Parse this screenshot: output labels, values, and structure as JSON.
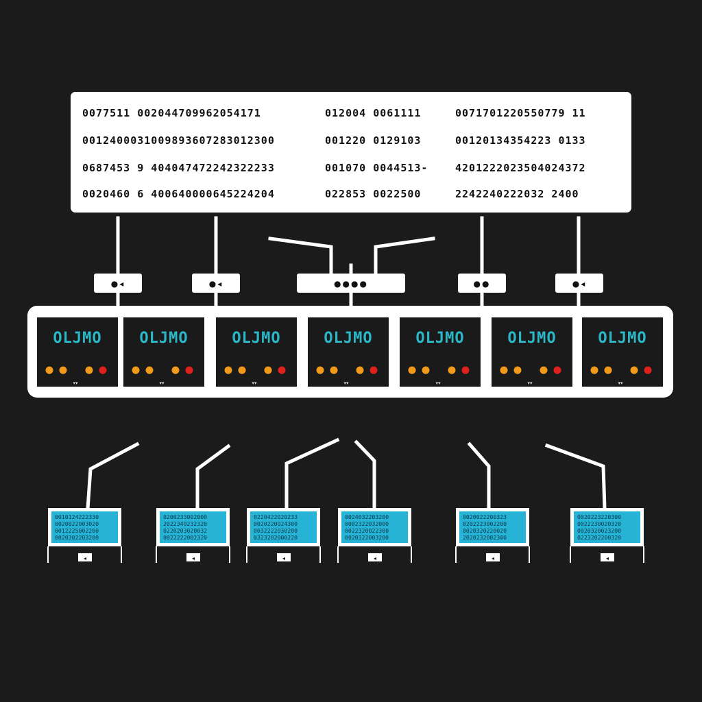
{
  "colors": {
    "background": "#1b1b1b",
    "panel": "#ffffff",
    "lcd_text": "#2bb8c8",
    "led_orange": "#f29a1b",
    "led_red": "#e0201b",
    "screen": "#27b3d6",
    "line": "#ffffff"
  },
  "data_table": {
    "rows": [
      [
        "0077511 002044709962054171",
        "012004 0061111",
        "0071701220550779 11"
      ],
      [
        "0012400031009893607283012300",
        "001220 0129103",
        "00120134354223 0133"
      ],
      [
        "0687453 9 404047472242322233",
        "001070 0044513-",
        "4201222023504024372"
      ],
      [
        "0020460 6 400640000645224204",
        "022853 0022500",
        "2242240222032 2400"
      ]
    ]
  },
  "connectors": [
    {
      "label": "●◂",
      "icon": "connector-plug-icon"
    },
    {
      "label": "●◂",
      "icon": "connector-plug-icon"
    },
    {
      "label": "●●●●",
      "icon": "hub-ports-icon"
    },
    {
      "label": "●●",
      "icon": "connector-plug-icon"
    },
    {
      "label": "●◂",
      "icon": "connector-plug-icon"
    }
  ],
  "rack": {
    "units": [
      {
        "display": "OLJMO",
        "mark": "▾▾"
      },
      {
        "display": "OLJMO",
        "mark": "▾▾"
      },
      {
        "display": "OLJMO",
        "mark": "▾▾"
      },
      {
        "display": "OLJMO",
        "mark": "▾▾"
      },
      {
        "display": "OLJMO",
        "mark": "▾▾"
      },
      {
        "display": "OLJMO",
        "mark": "▾▾"
      },
      {
        "display": "OLJMO",
        "mark": "▾▾"
      }
    ]
  },
  "terminals": [
    {
      "screen_lines": [
        "0010124222330",
        "0020022003020",
        "0012225002200",
        "0020302203200"
      ],
      "port": "◂"
    },
    {
      "screen_lines": [
        "0200233002000",
        "2022340232320",
        "0220203020032",
        "0022222002320"
      ],
      "port": "◂"
    },
    {
      "screen_lines": [
        "0220422020233",
        "0020220024300",
        "0032222030200",
        "0323202000220"
      ],
      "port": "◂"
    },
    {
      "screen_lines": [
        "0024032203200",
        "0002322032000",
        "0022320022300",
        "0020322003200"
      ],
      "port": "◂"
    },
    {
      "screen_lines": [
        "0020022200323",
        "0202223002200",
        "0020320220020",
        "2020232002300"
      ],
      "port": "◂"
    },
    {
      "screen_lines": [
        "0020223220300",
        "0022230020320",
        "0020320023200",
        "0223202200320"
      ],
      "port": "◂"
    }
  ]
}
